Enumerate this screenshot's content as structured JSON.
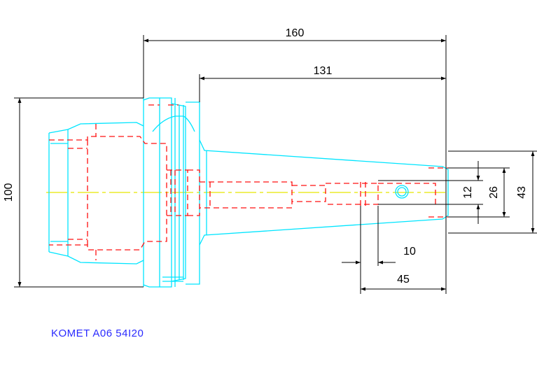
{
  "colors": {
    "outline": "#00e5ff",
    "hidden": "#ff1010",
    "centerline": "#e6e600",
    "dimension": "#000000",
    "caption": "#2a2aff"
  },
  "dimensions": {
    "overall_length": "160",
    "taper_length": "131",
    "flange_diameter": "100",
    "bore_small": "12",
    "bore_mid": "26",
    "tip_diameter": "43",
    "slot_width": "10",
    "slot_position": "45"
  },
  "caption": "KOMET A06 54I20"
}
